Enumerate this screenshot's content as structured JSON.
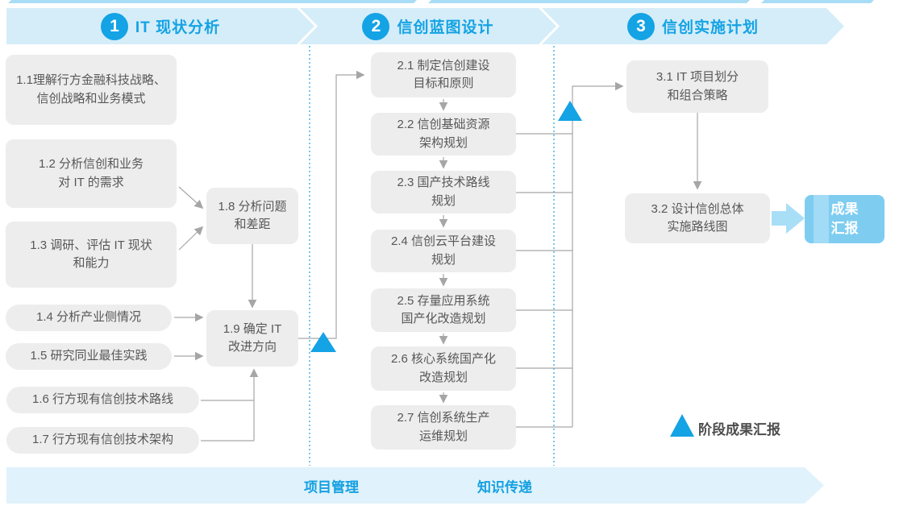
{
  "colors": {
    "accent_blue": "#14a3e4",
    "band_bg": "#d5edf9",
    "footer_bg": "#e0f2fb",
    "box_bg": "#ededed",
    "box_text": "#595757",
    "connector_gray": "#a6a6a6",
    "dotted_blue": "#29abe2",
    "deliverable_bg": "#7ecdf1"
  },
  "phases": [
    {
      "number": "1",
      "title": "IT 现状分析"
    },
    {
      "number": "2",
      "title": "信创蓝图设计"
    },
    {
      "number": "3",
      "title": "信创实施计划"
    }
  ],
  "phase1": {
    "steps": [
      {
        "id": "1.1",
        "label": "1.1理解行方金融科技战略、\n信创战略和业务模式"
      },
      {
        "id": "1.2",
        "label": "1.2 分析信创和业务\n对 IT 的需求"
      },
      {
        "id": "1.3",
        "label": "1.3 调研、评估 IT 现状\n和能力"
      },
      {
        "id": "1.4",
        "label": "1.4 分析产业侧情况"
      },
      {
        "id": "1.5",
        "label": "1.5 研究同业最佳实践"
      },
      {
        "id": "1.6",
        "label": "1.6 行方现有信创技术路线"
      },
      {
        "id": "1.7",
        "label": "1.7 行方现有信创技术架构"
      },
      {
        "id": "1.8",
        "label": "1.8 分析问题\n和差距"
      },
      {
        "id": "1.9",
        "label": "1.9 确定 IT\n改进方向"
      }
    ]
  },
  "phase2": {
    "steps": [
      {
        "id": "2.1",
        "label": "2.1 制定信创建设\n目标和原则"
      },
      {
        "id": "2.2",
        "label": "2.2 信创基础资源\n架构规划"
      },
      {
        "id": "2.3",
        "label": "2.3 国产技术路线\n规划"
      },
      {
        "id": "2.4",
        "label": "2.4 信创云平台建设\n规划"
      },
      {
        "id": "2.5",
        "label": "2.5 存量应用系统\n国产化改造规划"
      },
      {
        "id": "2.6",
        "label": "2.6 核心系统国产化\n改造规划"
      },
      {
        "id": "2.7",
        "label": "2.7 信创系统生产\n运维规划"
      }
    ]
  },
  "phase3": {
    "steps": [
      {
        "id": "3.1",
        "label": "3.1 IT 项目划分\n和组合策略"
      },
      {
        "id": "3.2",
        "label": "3.2 设计信创总体\n实施路线图"
      }
    ]
  },
  "deliverable": {
    "label": "成果\n汇报"
  },
  "legend": {
    "label": "阶段成果汇报"
  },
  "footer": {
    "items": [
      {
        "label": "项目管理"
      },
      {
        "label": "知识传递"
      }
    ]
  }
}
